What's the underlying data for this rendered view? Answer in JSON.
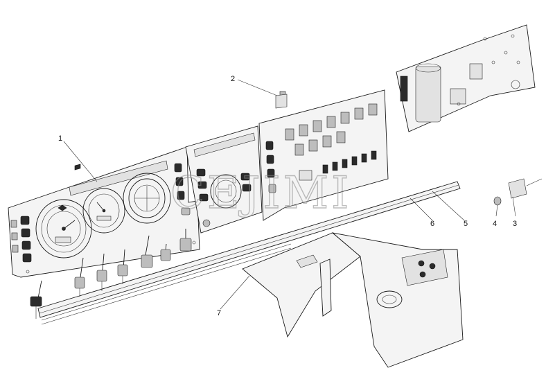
{
  "callouts": [
    {
      "id": "callout-1",
      "label": "1"
    },
    {
      "id": "callout-2",
      "label": "2"
    },
    {
      "id": "callout-3",
      "label": "3"
    },
    {
      "id": "callout-4",
      "label": "4"
    },
    {
      "id": "callout-5",
      "label": "5"
    },
    {
      "id": "callout-6",
      "label": "6"
    },
    {
      "id": "callout-7",
      "label": "7"
    }
  ],
  "watermark": "CEJIMI",
  "colors": {
    "line": "#1a1a1a",
    "panel": "#f4f4f4",
    "dark": "#2b2b2b",
    "background": "#ffffff"
  }
}
